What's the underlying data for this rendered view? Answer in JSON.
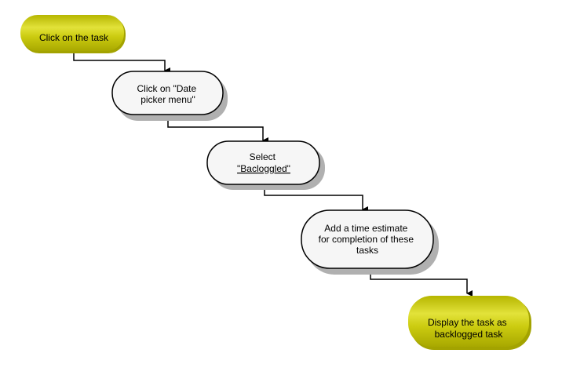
{
  "diagram": {
    "colors": {
      "terminal_fill": "#c8c800",
      "terminal_highlight": "#ecec5a",
      "terminal_dark": "#a3a300",
      "process_fill": "#f6f6f6",
      "process_stroke": "#000000",
      "shadow": "#b0b0b0",
      "connector": "#000000"
    },
    "nodes": [
      {
        "id": "n1",
        "shape": "terminal",
        "lines": [
          "Click on the task"
        ]
      },
      {
        "id": "n2",
        "shape": "process",
        "lines": [
          "Click on \"Date",
          "picker menu\""
        ]
      },
      {
        "id": "n3",
        "shape": "process",
        "lines": [
          "Select",
          "\"Bacloggled\""
        ]
      },
      {
        "id": "n4",
        "shape": "process",
        "lines": [
          "Add a time estimate",
          "for completion of these",
          "tasks"
        ]
      },
      {
        "id": "n5",
        "shape": "terminal",
        "lines": [
          "Display the task as",
          "backlogged task"
        ]
      }
    ],
    "edges": [
      {
        "from": "n1",
        "to": "n2"
      },
      {
        "from": "n2",
        "to": "n3"
      },
      {
        "from": "n3",
        "to": "n4"
      },
      {
        "from": "n4",
        "to": "n5"
      }
    ]
  }
}
